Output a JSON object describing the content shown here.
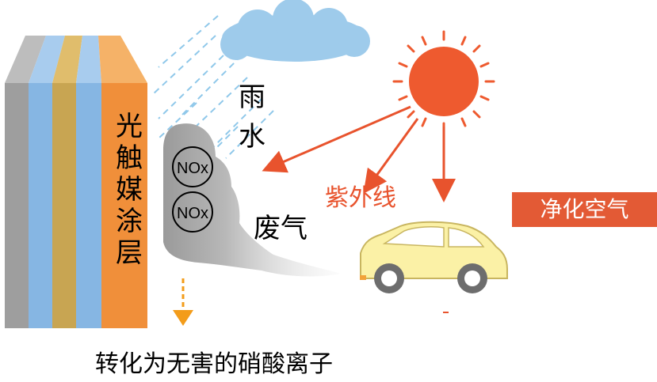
{
  "labels": {
    "coating": "光触媒涂层",
    "rain": "雨水",
    "exhaust": "废气",
    "uv": "紫外线",
    "purify": "净化空气",
    "result": "转化为无害的硝酸离子"
  },
  "molecules": [
    "NOx",
    "NOx"
  ],
  "colors": {
    "sun": "#ee5a2f",
    "uv_arrow": "#e8532d",
    "badge": "#e35a35",
    "cloud": "#9ecbeb",
    "rain": "#8fc8ea",
    "car_body": "#fbf1a6",
    "down_arrow": "#f39c1a",
    "coating_orange": "#f08f3a"
  }
}
